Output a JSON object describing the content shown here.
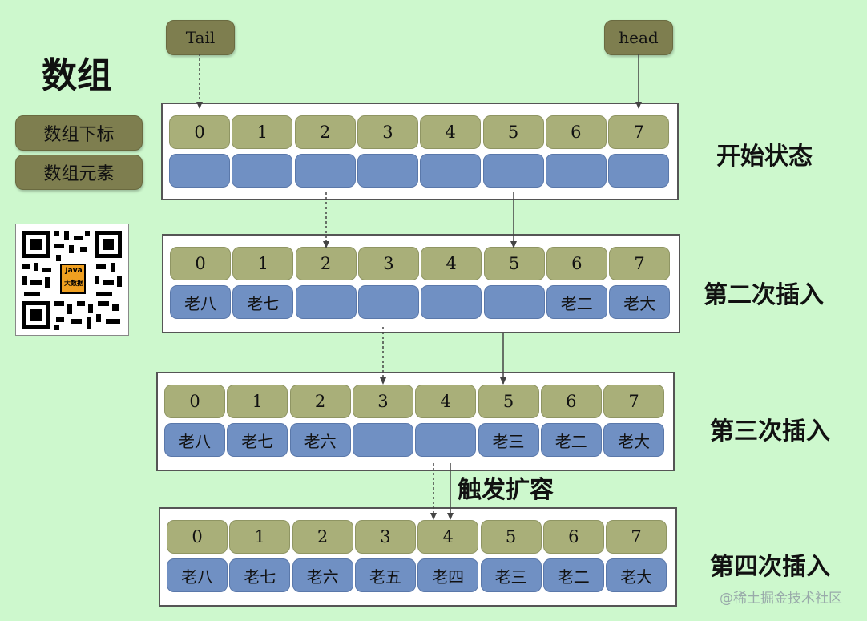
{
  "title": "数组",
  "pointers": {
    "tail": "Tail",
    "head": "head"
  },
  "legend": {
    "index_label": "数组下标",
    "element_label": "数组元素"
  },
  "indices": [
    "0",
    "1",
    "2",
    "3",
    "4",
    "5",
    "6",
    "7"
  ],
  "stages": [
    {
      "label": "开始状态",
      "values": [
        "",
        "",
        "",
        "",
        "",
        "",
        "",
        ""
      ]
    },
    {
      "label": "第二次插入",
      "values": [
        "老八",
        "老七",
        "",
        "",
        "",
        "",
        "老二",
        "老大"
      ]
    },
    {
      "label": "第三次插入",
      "values": [
        "老八",
        "老七",
        "老六",
        "",
        "",
        "老三",
        "老二",
        "老大"
      ]
    },
    {
      "label": "第四次插入",
      "values": [
        "老八",
        "老七",
        "老六",
        "老五",
        "老四",
        "老三",
        "老二",
        "老大"
      ]
    }
  ],
  "expand_label": "触发扩容",
  "watermark": "@稀土掘金技术社区",
  "qr": {
    "badge_line1": "Java",
    "badge_line2": "大数据"
  },
  "colors": {
    "background": "#cdf8cd",
    "index_cell": "#a9af79",
    "value_cell": "#7090c3",
    "tag": "#7e7e4f"
  }
}
